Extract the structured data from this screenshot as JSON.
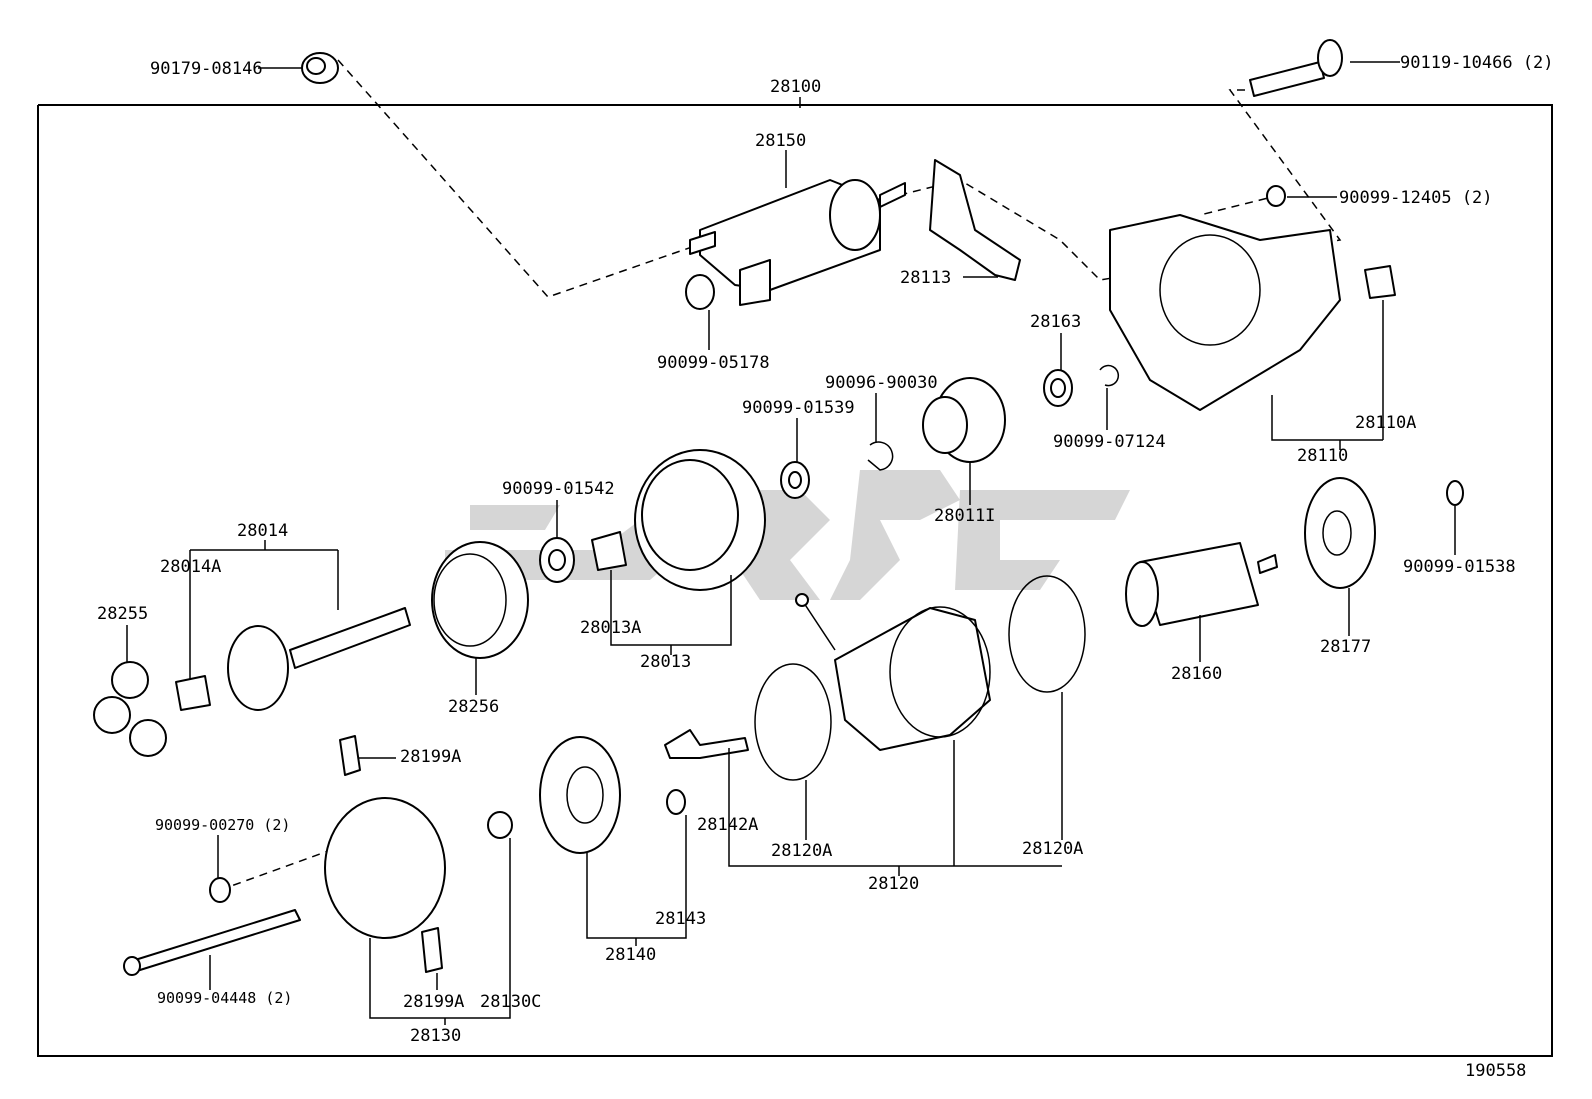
{
  "diagram_id": "190558",
  "assembly_label": "28100",
  "labels": {
    "p90179_08146": "90179-08146",
    "p90119_10466": "90119-10466 (2)",
    "p28150": "28150",
    "p90099_12405": "90099-12405 (2)",
    "p28113": "28113",
    "p90099_05178": "90099-05178",
    "p28163": "28163",
    "p90096_90030": "90096-90030",
    "p90099_01539": "90099-01539",
    "p90099_07124": "90099-07124",
    "p28110A": "28110A",
    "p28110": "28110",
    "p90099_01542": "90099-01542",
    "p28011": "28011I",
    "p28014": "28014",
    "p28014A": "28014A",
    "p28255": "28255",
    "p90099_01538": "90099-01538",
    "p28013A": "28013A",
    "p28013": "28013",
    "p28177": "28177",
    "p28160": "28160",
    "p28256": "28256",
    "p28199A_top": "28199A",
    "p90099_00270": "90099-00270 (2)",
    "p28142A": "28142A",
    "p28120A_left": "28120A",
    "p28120A_right": "28120A",
    "p28120": "28120",
    "p28143": "28143",
    "p28140": "28140",
    "p90099_04448": "90099-04448 (2)",
    "p28199A_bottom": "28199A",
    "p28130C": "28130C",
    "p28130": "28130"
  },
  "colors": {
    "line": "#000000",
    "background": "#ffffff",
    "watermark": "#c8c8c8"
  }
}
